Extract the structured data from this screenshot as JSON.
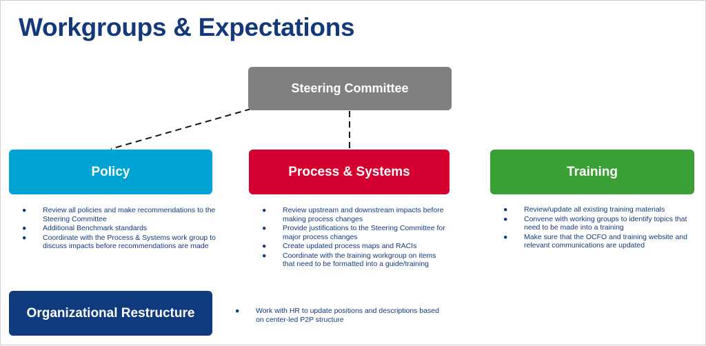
{
  "title": "Workgroups & Expectations",
  "colors": {
    "title": "#13397a",
    "steering": "#808080",
    "policy": "#00a3d3",
    "process": "#d4002f",
    "training": "#3a9f34",
    "org": "#0f3a7e",
    "bullet_text": "#13397a"
  },
  "steering": {
    "label": "Steering Committee"
  },
  "policy": {
    "label": "Policy",
    "bullets": [
      "Review all policies and make recommendations to the Steering Committee",
      "Additional Benchmark standards",
      "Coordinate with the Process & Systems work group to discuss impacts before recommendations are made"
    ]
  },
  "process": {
    "label": "Process & Systems",
    "bullets": [
      "Review upstream and downstream impacts before making process changes",
      "Provide justifications to the Steering Committee for major process changes",
      "Create updated process maps and RACIs",
      "Coordinate with the training workgroup on items that need to be formatted into a guide/training"
    ]
  },
  "training": {
    "label": "Training",
    "bullets": [
      "Review/update all existing training materials",
      "Convene with working groups to identify topics that need to be made into a training",
      "Make sure that the OCFO and training website and relevant communications are updated"
    ]
  },
  "org": {
    "label": "Organizational Restructure",
    "bullets": [
      "Work with HR to update positions and descriptions based on center-led P2P structure"
    ]
  }
}
